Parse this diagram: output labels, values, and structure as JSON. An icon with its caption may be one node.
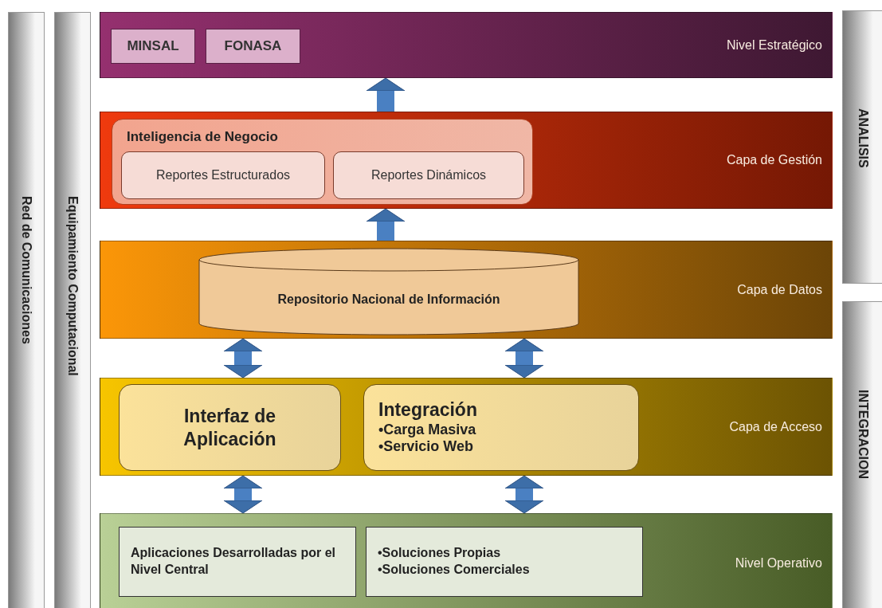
{
  "diagram": {
    "nodes": [
      {
        "text": [
          "Nivel Estratégico"
        ]
      },
      {
        "text": [
          "MINSAL"
        ],
        "in": 0
      },
      {
        "text": [
          "FONASA"
        ],
        "in": 0
      },
      {
        "text": [
          "Capa de Gestión"
        ]
      },
      {
        "text": [
          "Inteligencia de Negocio"
        ],
        "in": 3
      },
      {
        "text": [
          "Reportes Estructurados"
        ],
        "in": 4
      },
      {
        "text": [
          "Reportes Dinámicos"
        ],
        "in": 4
      },
      {
        "text": [
          "Capa de Datos"
        ]
      },
      {
        "text": [
          "Repositorio Nacional de Información"
        ],
        "in": 7
      },
      {
        "text": [
          "Capa de Acceso"
        ]
      },
      {
        "text": [
          "Interfaz de Aplicación"
        ],
        "in": 9
      },
      {
        "text": [
          "Integración",
          "•Carga Masiva",
          "•Servicio Web"
        ],
        "in": 9
      },
      {
        "text": [
          "Nivel Operativo"
        ]
      },
      {
        "text": [
          "Aplicaciones Desarrolladas por el Nivel Central"
        ],
        "in": 12
      },
      {
        "text": [
          "•Soluciones Propias",
          "•Soluciones Comerciales"
        ],
        "in": 12
      },
      {
        "text": [
          "Red de Comunicaciones"
        ]
      },
      {
        "text": [
          "Equipamiento Computacional"
        ]
      },
      {
        "text": [
          "ANALISIS"
        ]
      },
      {
        "text": [
          "INTEGRACION"
        ]
      }
    ],
    "edges": [
      {
        "from": 3,
        "to": 0,
        "arrow": "to"
      },
      {
        "from": 7,
        "to": 3,
        "arrow": "to"
      },
      {
        "from": 9,
        "to": 7,
        "arrow": "both"
      },
      {
        "from": 9,
        "to": 7,
        "arrow": "both"
      },
      {
        "from": 12,
        "to": 9,
        "arrow": "both"
      },
      {
        "from": 12,
        "to": 9,
        "arrow": "both"
      }
    ]
  }
}
